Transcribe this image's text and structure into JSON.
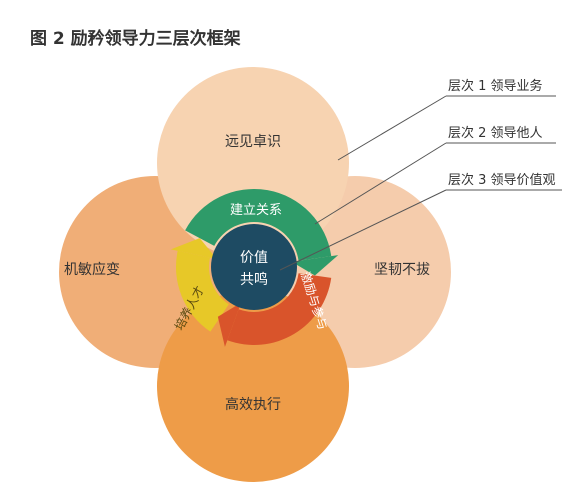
{
  "figure": {
    "title": "图 2  励矜领导力三层次框架"
  },
  "petals": {
    "top": "远见卓识",
    "left": "机敏应变",
    "right": "坚韧不拔",
    "bottom": "高效执行"
  },
  "ring": {
    "top_segment": "建立关系",
    "right_segment": "激励与参与",
    "left_segment": "培养人才"
  },
  "center": {
    "line1": "价值",
    "line2": "共鸣"
  },
  "callouts": [
    "层次 1 领导业务",
    "层次 2 领导他人",
    "层次 3 领导价值观"
  ],
  "colors": {
    "petal_top": "#f7d3b1",
    "petal_left": "#f0ae77",
    "petal_right": "#f5ccac",
    "petal_bottom": "#ee9c48",
    "ring_green": "#2e9b69",
    "ring_orange": "#d9542b",
    "ring_yellow": "#e7c828",
    "center": "#1e4b63"
  }
}
